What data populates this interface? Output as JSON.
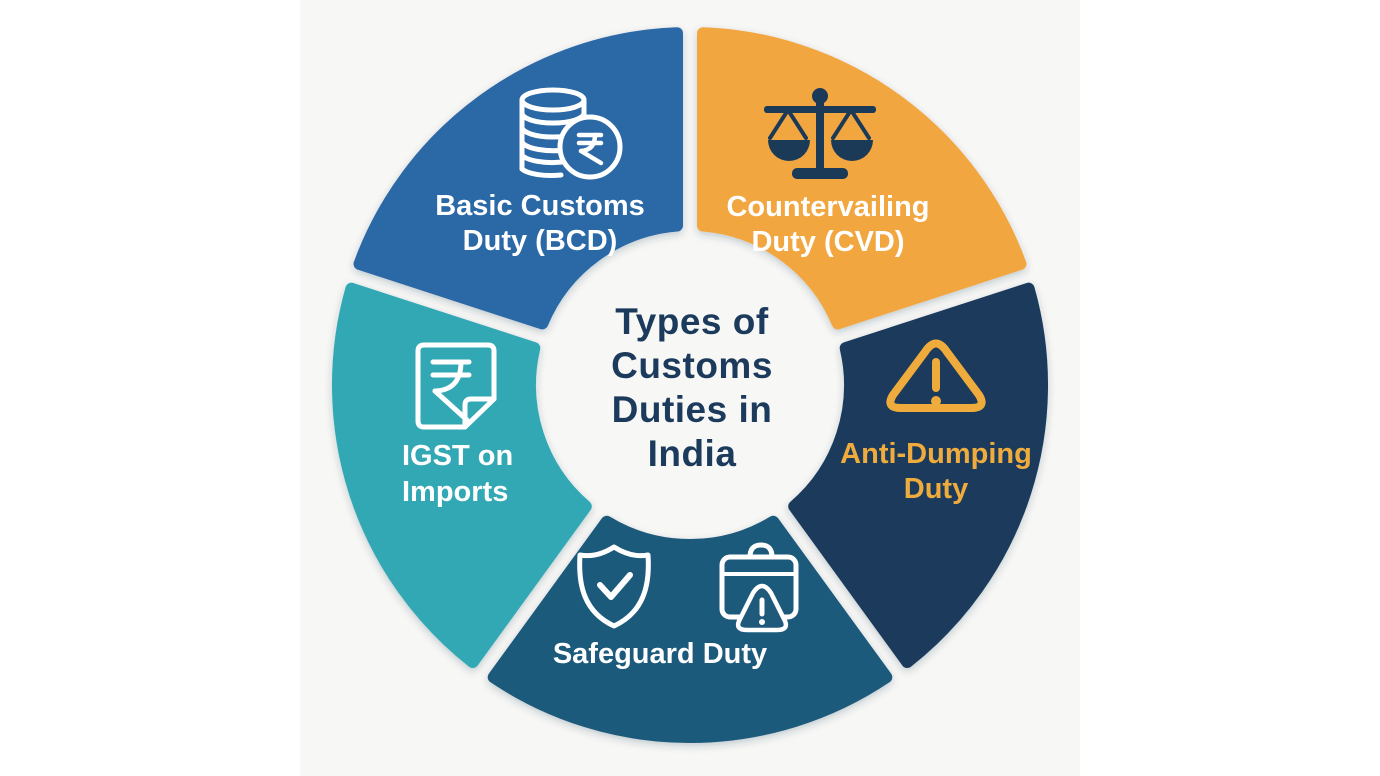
{
  "title": {
    "lines": [
      "Types of",
      "Customs",
      "Duties in",
      "India"
    ],
    "color": "#1b3a5c"
  },
  "colors": {
    "page_background": "#ffffff",
    "stage_background": "#f7f7f5",
    "white": "#ffffff",
    "icon_navy": "#1b3a58",
    "accent_gold": "#efac3c"
  },
  "segments": [
    {
      "name": "Basic Customs Duty (BCD)",
      "label_lines": [
        "Basic Customs",
        "Duty (BCD)"
      ],
      "color": "#2b68a6",
      "label_color": "#ffffff",
      "icon": "coins-rupee-icon"
    },
    {
      "name": "Countervailing Duty (CVD)",
      "label_lines": [
        "Countervailing",
        "Duty (CVD)"
      ],
      "color": "#f2a640",
      "label_color": "#ffffff",
      "icon": "balance-scale-icon"
    },
    {
      "name": "Anti-Dumping Duty",
      "label_lines": [
        "Anti-Dumping",
        "Duty"
      ],
      "color": "#1c3b5b",
      "label_color": "#efac3c",
      "icon": "warning-triangle-icon"
    },
    {
      "name": "Safeguard Duty",
      "label_lines": [
        "Safeguard Duty"
      ],
      "color": "#1f5a7b",
      "label_color": "#ffffff",
      "icon": "shield-check-icon, package-alert-icon"
    },
    {
      "name": "IGST on Imports",
      "label_lines": [
        "IGST on",
        "Imports"
      ],
      "color": "#32a8b4",
      "label_color": "#ffffff",
      "icon": "rupee-document-icon"
    }
  ],
  "rupee_glyph": "₹"
}
